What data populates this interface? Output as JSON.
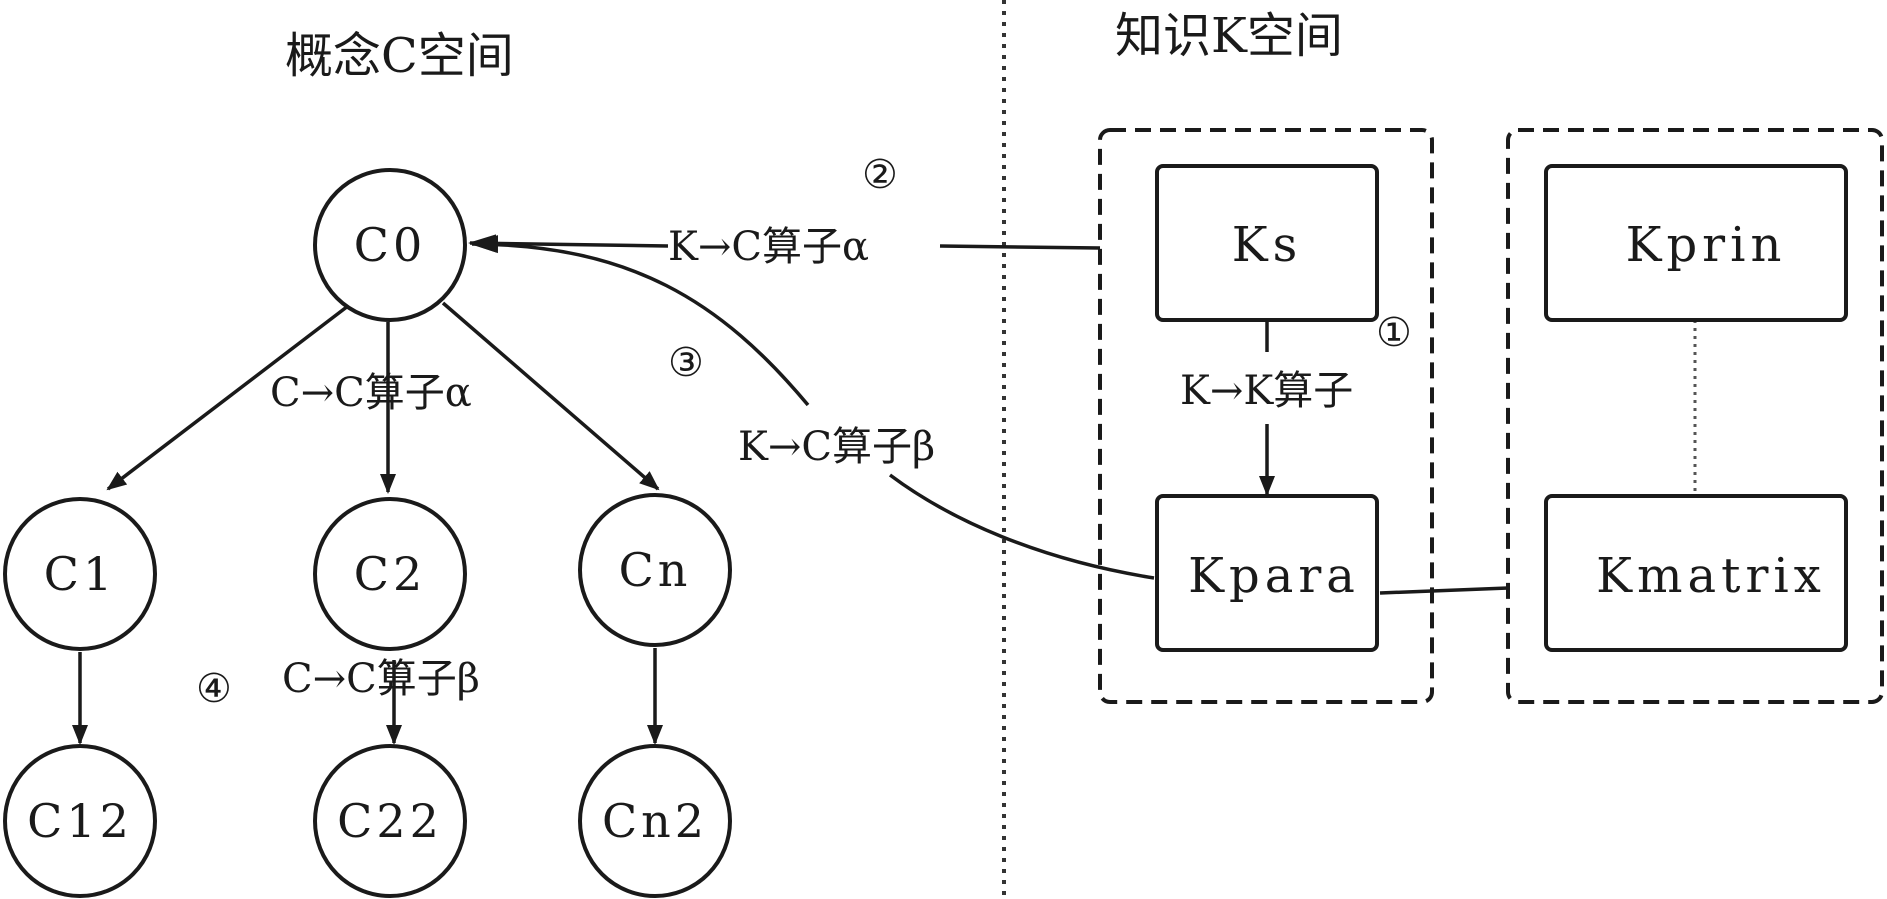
{
  "titles": {
    "concept_space": "概念C空间",
    "knowledge_space": "知识K空间"
  },
  "concept_nodes": {
    "c0": "C0",
    "c1": "C1",
    "c2": "C2",
    "cn": "Cn",
    "c12": "C12",
    "c22": "C22",
    "cn2": "Cn2"
  },
  "knowledge_boxes": {
    "ks": "Ks",
    "kpara": "Kpara",
    "kprin": "Kprin",
    "kmatrix": "Kmatrix"
  },
  "operators": {
    "kc_alpha": "K→C算子α",
    "kc_beta": "K→C算子β",
    "cc_alpha": "C→C算子α",
    "cc_beta": "C→C算子β",
    "kk": "K→K算子"
  },
  "step_markers": {
    "one": "①",
    "two": "②",
    "three": "③",
    "four": "④"
  }
}
